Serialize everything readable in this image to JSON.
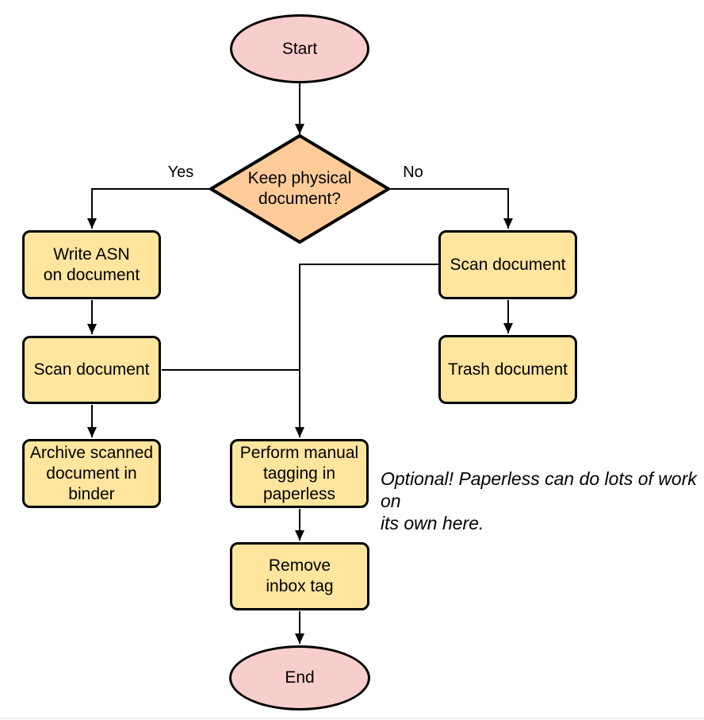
{
  "colors": {
    "terminator_fill": "#F8CECC",
    "decision_fill": "#FFCC99",
    "process_fill": "#FFE59E",
    "stroke": "#000000",
    "bottom_edge": "#F1F0E9"
  },
  "nodes": {
    "start": {
      "label": "Start",
      "type": "terminator"
    },
    "decision": {
      "label": "Keep physical\ndocument?",
      "type": "decision"
    },
    "write_asn": {
      "label": "Write ASN\non document",
      "type": "process"
    },
    "scan_left": {
      "label": "Scan document",
      "type": "process"
    },
    "archive": {
      "label": "Archive scanned\ndocument in\nbinder",
      "type": "process"
    },
    "scan_right": {
      "label": "Scan document",
      "type": "process"
    },
    "trash": {
      "label": "Trash document",
      "type": "process"
    },
    "tagging": {
      "label": "Perform manual\ntagging in\npaperless",
      "type": "process"
    },
    "remove_inbox": {
      "label": "Remove\ninbox tag",
      "type": "process"
    },
    "end": {
      "label": "End",
      "type": "terminator"
    }
  },
  "edge_labels": {
    "yes": "Yes",
    "no": "No"
  },
  "note": {
    "text": "Optional! Paperless can do lots of work on\nits own here."
  }
}
